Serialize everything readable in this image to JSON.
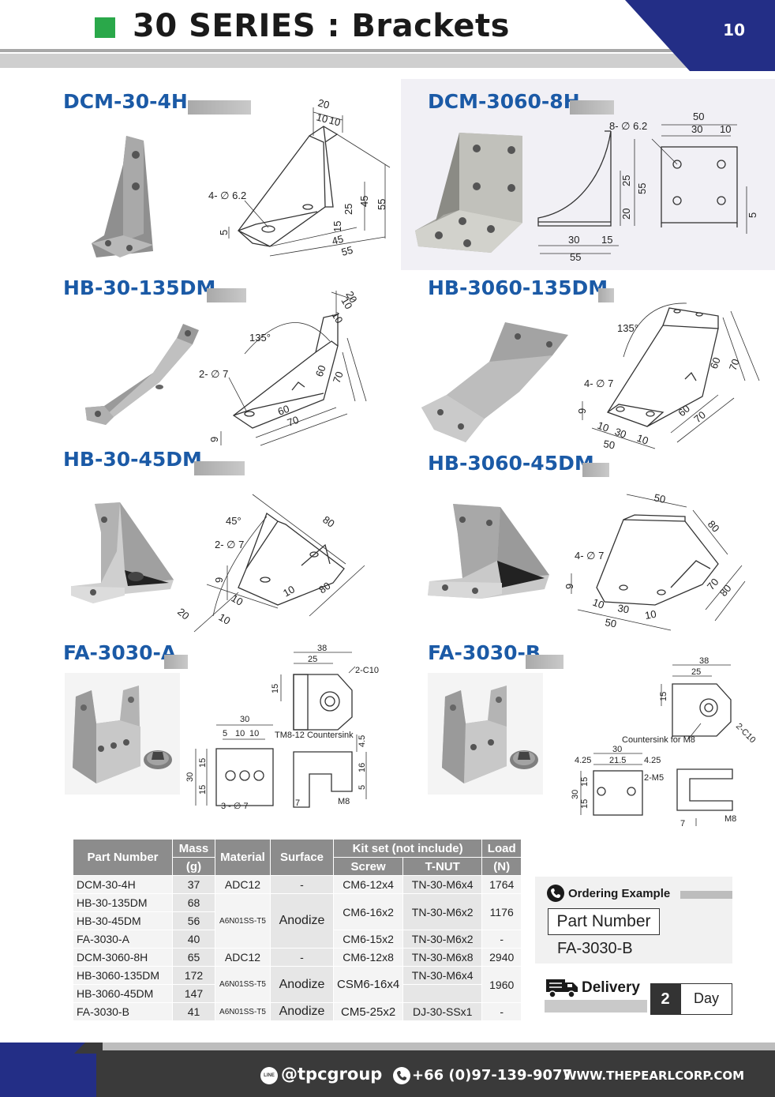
{
  "header": {
    "title": "30 SERIES : Brackets",
    "page_number": "10",
    "accent_green": "#2aa84a",
    "accent_blue": "#232e86"
  },
  "products": [
    {
      "name": "DCM-30-4H",
      "dims": {
        "hole": "4- ∅ 6.2",
        "d20": "20",
        "d10a": "10",
        "d10b": "10",
        "d45a": "45",
        "d55a": "55",
        "d25": "25",
        "d15": "15",
        "d45b": "45",
        "d55b": "55",
        "d5": "5"
      }
    },
    {
      "name": "DCM-3060-8H",
      "dims": {
        "hole": "8- ∅ 6.2",
        "d50": "50",
        "d30": "30",
        "d10": "10",
        "d25": "25",
        "d55a": "55",
        "d20": "20",
        "d5": "5",
        "d30b": "30",
        "d15": "15",
        "d55b": "55"
      }
    },
    {
      "name": "HB-30-135DM",
      "dims": {
        "angle": "135°",
        "hole": "2- ∅ 7",
        "d20": "20",
        "d10a": "10",
        "d10b": "10",
        "d60a": "60",
        "d70a": "70",
        "d60b": "60",
        "d70b": "70",
        "d9": "9"
      }
    },
    {
      "name": "HB-3060-135DM",
      "dims": {
        "angle": "135°",
        "hole": "4- ∅ 7",
        "d60a": "60",
        "d70a": "70",
        "d60b": "60",
        "d70b": "70",
        "d9": "9",
        "d10a": "10",
        "d30": "30",
        "d10b": "10",
        "d50": "50"
      }
    },
    {
      "name": "HB-30-45DM",
      "dims": {
        "angle": "45°",
        "hole": "2- ∅ 7",
        "d80a": "80",
        "d80b": "80",
        "d9": "9",
        "d10a": "10",
        "d10b": "10",
        "d10c": "10",
        "d20": "20"
      }
    },
    {
      "name": "HB-3060-45DM",
      "dims": {
        "hole": "4- ∅ 7",
        "d50a": "50",
        "d80a": "80",
        "d70": "70",
        "d80b": "80",
        "d9": "9",
        "d10a": "10",
        "d30": "30",
        "d10b": "10",
        "d50b": "50"
      }
    },
    {
      "name": "FA-3030-A",
      "dims": {
        "d38": "38",
        "d25": "25",
        "chamfer": "2-C10",
        "d15a": "15",
        "d30a": "30",
        "d5": "5",
        "d10a": "10",
        "d10b": "10",
        "countersink": "TM8-12 Countersink",
        "d45": "4.5",
        "d16": "16",
        "d5b": "5",
        "d30b": "30",
        "d15b": "15",
        "d15c": "15",
        "hole": "3 - ∅ 7",
        "d7": "7",
        "m8": "M8"
      }
    },
    {
      "name": "FA-3030-B",
      "dims": {
        "d38": "38",
        "d25": "25",
        "d15a": "15",
        "chamfer": "2-C10",
        "countersink": "Countersink for M8",
        "d30": "30",
        "d425a": "4.25",
        "d215": "21.5",
        "d425b": "4.25",
        "m5": "2-M5",
        "d30b": "30",
        "d15b": "15",
        "d15c": "15",
        "d7": "7",
        "m8": "M8"
      }
    }
  ],
  "table": {
    "headers": {
      "part_number": "Part Number",
      "mass": "Mass",
      "mass_unit": "(g)",
      "material": "Material",
      "surface": "Surface",
      "kit_set": "Kit set (not include)",
      "screw": "Screw",
      "tnut": "T-NUT",
      "load": "Load",
      "load_unit": "(N)"
    },
    "rows": [
      {
        "part": "DCM-30-4H",
        "mass": "37",
        "material": "ADC12",
        "surface": "-",
        "screw": "CM6-12x4",
        "tnut": "TN-30-M6x4",
        "load": "1764"
      },
      {
        "part": "HB-30-135DM",
        "mass": "68",
        "material": "A6N01SS-T5",
        "surface": "Anodize",
        "screw": "CM6-16x2",
        "tnut": "TN-30-M6x2",
        "load": "1176"
      },
      {
        "part": "HB-30-45DM",
        "mass": "56"
      },
      {
        "part": "FA-3030-A",
        "mass": "40",
        "screw": "CM6-15x2",
        "tnut": "TN-30-M6x2",
        "load": "-"
      },
      {
        "part": "DCM-3060-8H",
        "mass": "65",
        "material": "ADC12",
        "surface": "-",
        "screw": "CM6-12x8",
        "tnut": "TN-30-M6x8",
        "load": "2940"
      },
      {
        "part": "HB-3060-135DM",
        "mass": "172",
        "material": "A6N01SS-T5",
        "surface": "Anodize",
        "screw": "CSM6-16x4",
        "tnut": "TN-30-M6x4",
        "load": "1960"
      },
      {
        "part": "HB-3060-45DM",
        "mass": "147"
      },
      {
        "part": "FA-3030-B",
        "mass": "41",
        "material": "A6N01SS-T5",
        "surface": "Anodize",
        "screw": "CM5-25x2",
        "tnut": "DJ-30-SSx1",
        "load": "-"
      }
    ]
  },
  "ordering": {
    "title": "Ordering  Example",
    "part_number_label": "Part Number",
    "part_number_value": "FA-3030-B",
    "delivery_label": "Delivery",
    "delivery_days": "2",
    "delivery_unit": "Day"
  },
  "footer": {
    "line_id": "@tpcgroup",
    "line_badge": "LINE",
    "phone": "+66 (0)97-139-9077",
    "website": "WWW.THEPEARLCORP.COM"
  },
  "icons": [
    "line-icon",
    "phone-icon",
    "truck-icon"
  ]
}
